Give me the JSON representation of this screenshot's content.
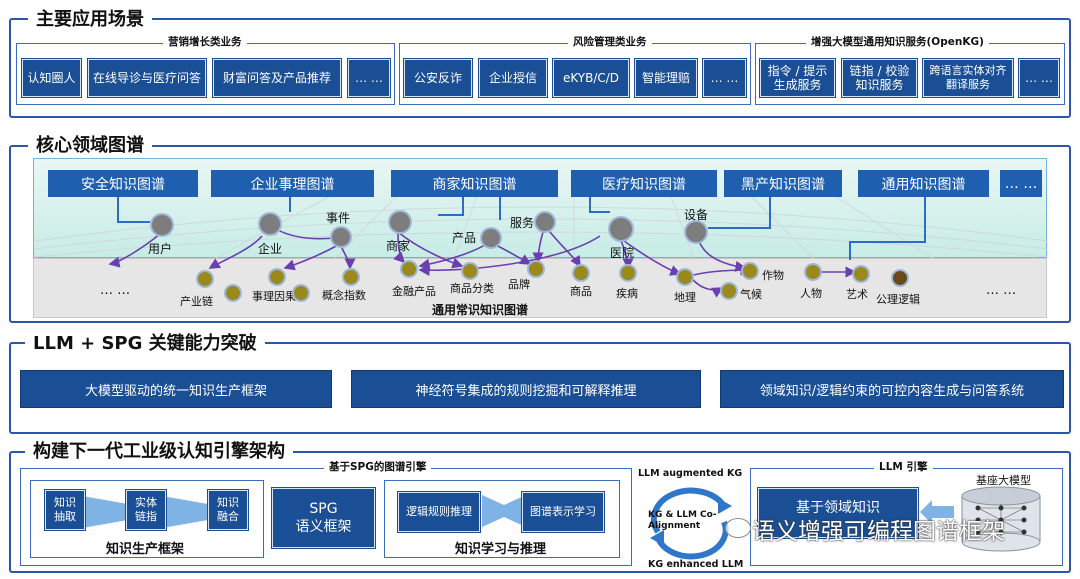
{
  "s1": {
    "title": "主要应用场景",
    "g1": {
      "title": "营销增长类业务",
      "items": [
        "认知圈人",
        "在线导诊与医疗问答",
        "财富问答及产品推荐",
        "… …"
      ]
    },
    "g2": {
      "title": "风险管理类业务",
      "items": [
        "公安反诈",
        "企业授信",
        "eKYB/C/D",
        "智能理赔",
        "… …"
      ]
    },
    "g3": {
      "title": "增强大模型通用知识服务(OpenKG)",
      "items": [
        "指令 / 提示\n生成服务",
        "链指 / 校验\n知识服务",
        "跨语言实体对齐\n翻译服务",
        "… …"
      ]
    }
  },
  "s2": {
    "title": "核心领域图谱",
    "domains": [
      "安全知识图谱",
      "企业事理图谱",
      "商家知识图谱",
      "医疗知识图谱",
      "黑产知识图谱",
      "通用知识图谱",
      "… …"
    ],
    "upper_labels": {
      "user": "用户",
      "company": "企业",
      "event": "事件",
      "merchant": "商家",
      "product": "产品",
      "service": "服务",
      "hospital": "医院",
      "device": "设备"
    },
    "lower_labels": {
      "chain": "产业链",
      "cause": "事理因果",
      "index": "概念指数",
      "finprod": "金融产品",
      "category": "商品分类",
      "brand": "品牌",
      "goods": "商品",
      "disease": "疾病",
      "geo": "地理",
      "climate": "气候",
      "crop": "作物",
      "person": "人物",
      "art": "艺术",
      "logic": "公理逻辑"
    },
    "ellipsis_left": "… …",
    "ellipsis_right": "… …",
    "common": "通用常识知识图谱",
    "colors": {
      "node_gray": "#7d7d7d",
      "node_olive": "#9a8a1e",
      "edge": "#6a3fb0",
      "band_top": "#2a6dc4"
    }
  },
  "s3": {
    "title": "LLM + SPG 关键能力突破",
    "items": [
      "大模型驱动的统一知识生产框架",
      "神经符号集成的规则挖掘和可解释推理",
      "领域知识/逻辑约束的可控内容生成与问答系统"
    ]
  },
  "s4": {
    "title": "构建下一代工业级认知引擎架构",
    "engine_label": "基于SPG的图谱引擎",
    "prod_steps": [
      "知识\n抽取",
      "实体\n链指",
      "知识\n融合"
    ],
    "prod_title": "知识生产框架",
    "spg": "SPG\n语义框架",
    "learn_items": [
      "逻辑规则推理",
      "图谱表示学习"
    ],
    "learn_title": "知识学习与推理",
    "cycle_top": "LLM augmented KG",
    "cycle_mid": "KG & LLM Co-\nAlignment",
    "cycle_bottom": "KG enhanced LLM",
    "llm_engine": "LLM 引擎",
    "llm_box": "基于领域知识",
    "base_model": "基座大模型",
    "watermark": "语义增强可编程图谱框架"
  }
}
